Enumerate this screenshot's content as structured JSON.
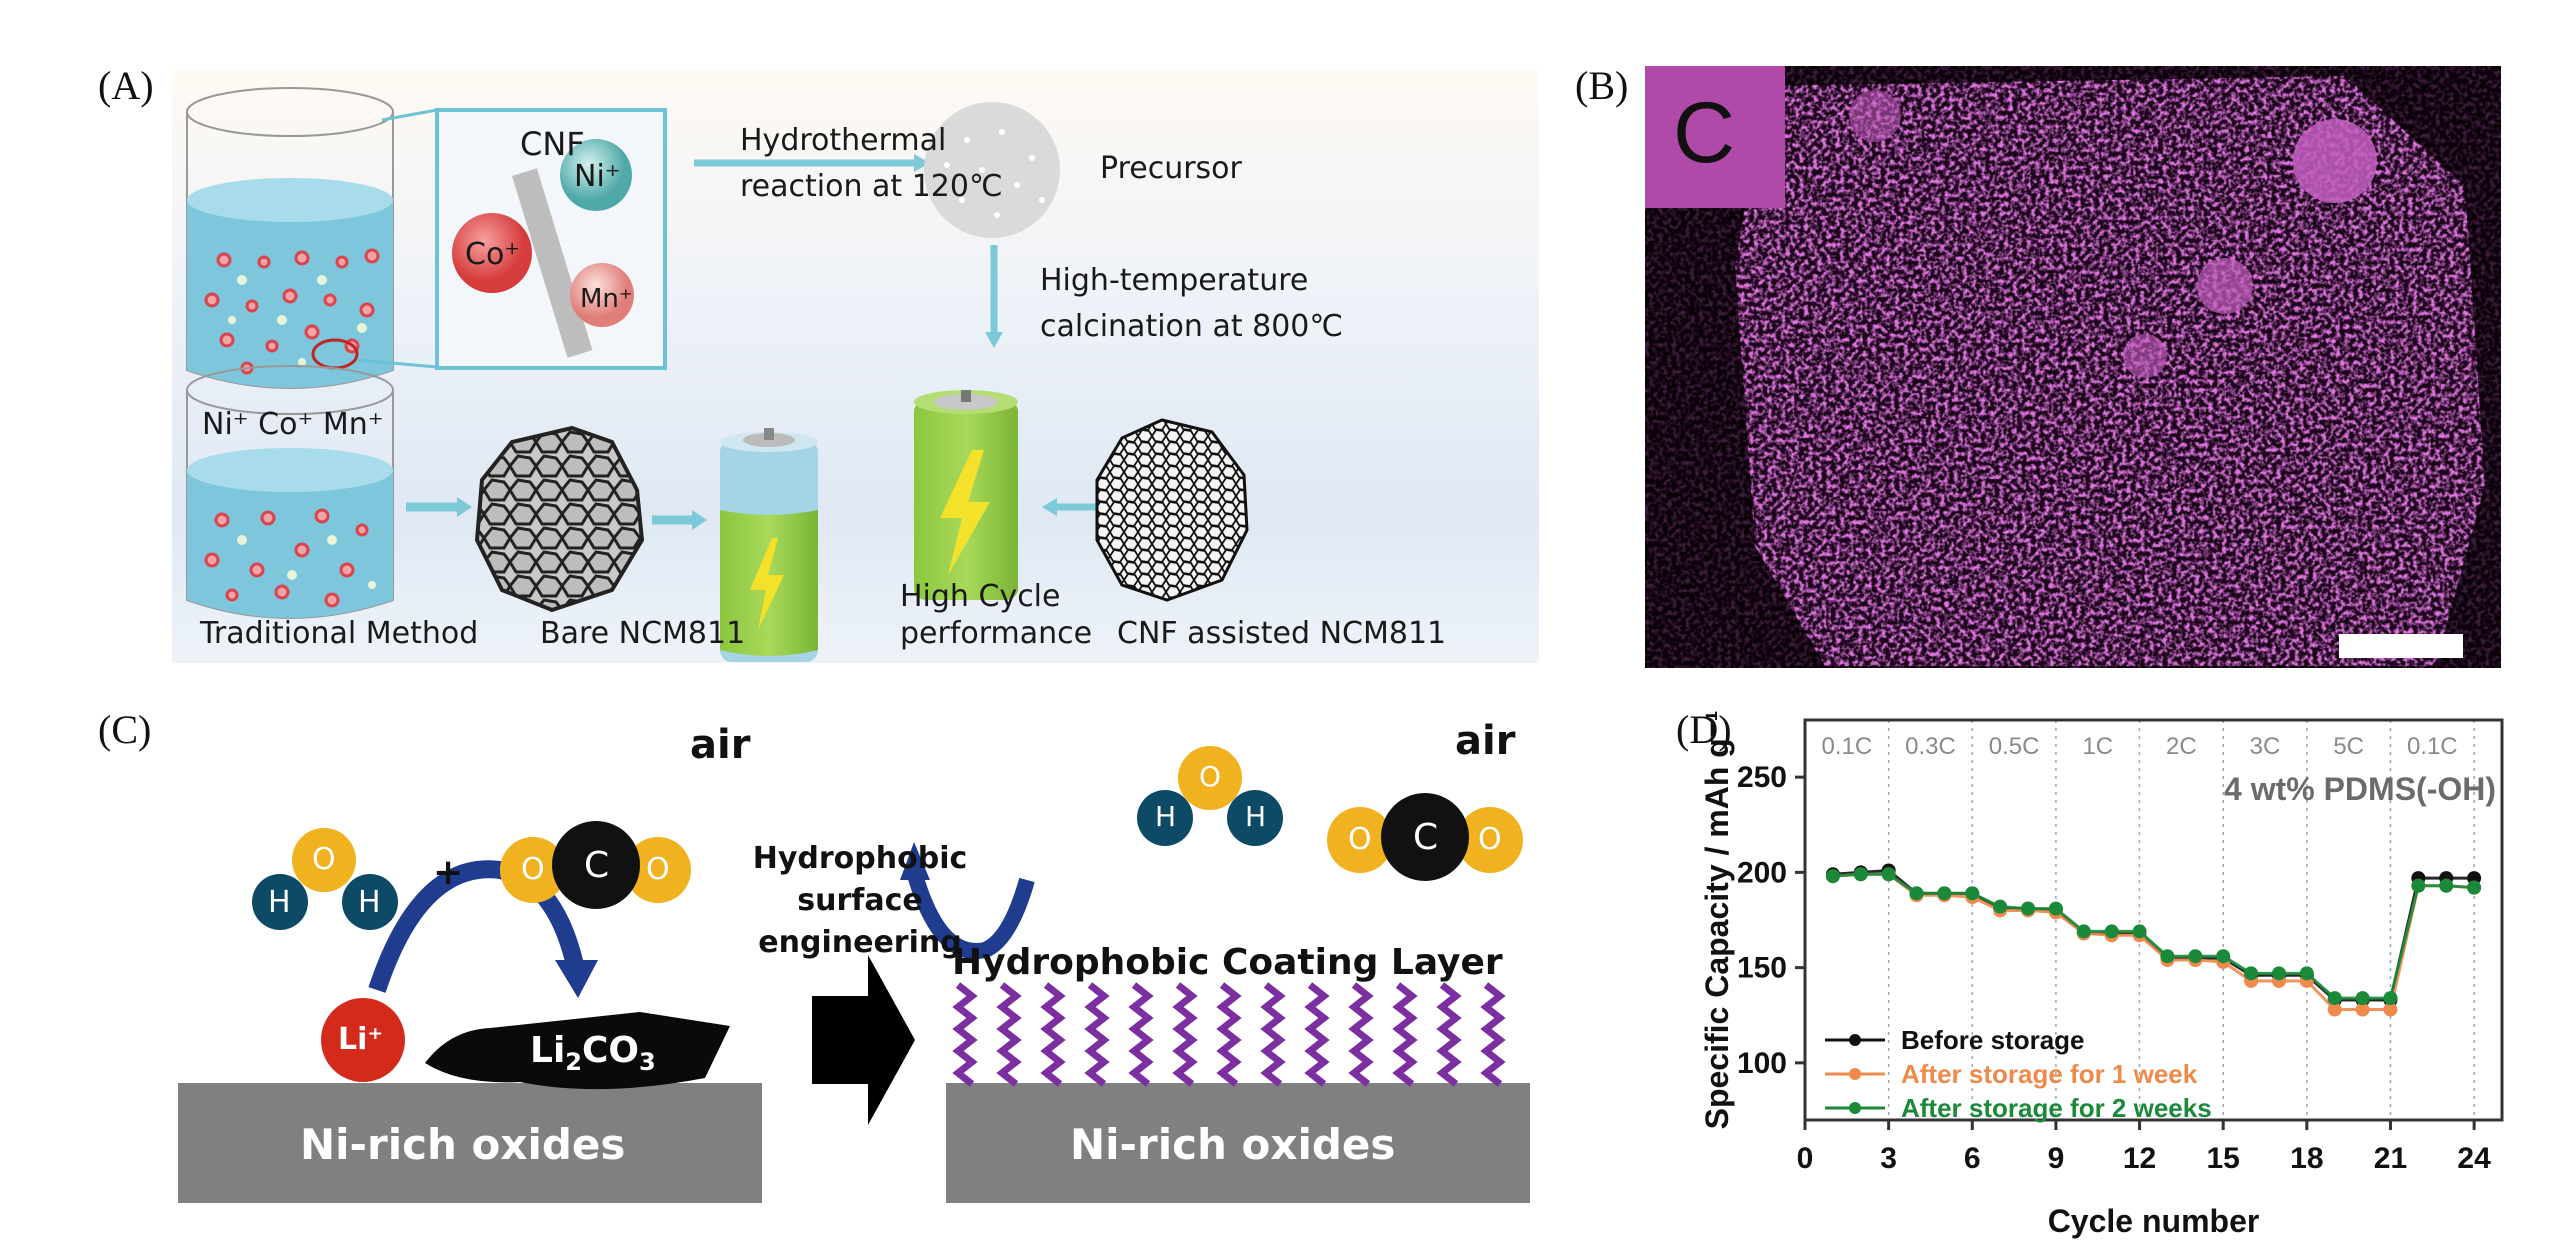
{
  "panel_labels": {
    "a": "(A)",
    "b": "(B)",
    "c": "(C)",
    "d": "(D)"
  },
  "panel_a": {
    "cnf": "CNF",
    "ni": "Ni⁺",
    "co": "Co⁺",
    "mn": "Mn⁺",
    "hydrothermal_line1": "Hydrothermal",
    "hydrothermal_line2": "reaction at 120℃",
    "precursor": "Precursor",
    "calcination_line1": "High-temperature",
    "calcination_line2": "calcination at 800℃",
    "ions_label": "Ni⁺ Co⁺ Mn⁺",
    "traditional_method": "Traditional Method",
    "bare_ncm": "Bare NCM811",
    "high_cycle_line1": "High Cycle",
    "high_cycle_line2": "performance",
    "cnf_assisted": "CNF assisted NCM811"
  },
  "panel_b": {
    "element": "C",
    "map_color": "#b04aa8"
  },
  "panel_c": {
    "air_left": "air",
    "air_right": "air",
    "plus": "+",
    "h": "H",
    "o": "O",
    "c": "C",
    "li": "Li⁺",
    "li2co3_main": "Li",
    "li2co3_sub1": "2",
    "li2co3_mid": "CO",
    "li2co3_sub2": "3",
    "process_line1": "Hydrophobic",
    "process_line2": "surface",
    "process_line3": "engineering",
    "coating_layer": "Hydrophobic Coating Layer",
    "substrate_left": "Ni-rich oxides",
    "substrate_right": "Ni-rich oxides",
    "colors": {
      "oxygen": "#f0b21e",
      "hydrogen": "#0d4a66",
      "carbon": "#111111",
      "lithium": "#d42a1c",
      "coating": "#7b2fa0",
      "substrate": "#808080",
      "arrow": "#1f3c8f"
    }
  },
  "chart_data": {
    "type": "line",
    "title": "",
    "annotation": "4 wt% PDMS(-OH)",
    "xlabel": "Cycle number",
    "ylabel": "Specific Capacity / mAh g⁻¹",
    "xlim": [
      0,
      25
    ],
    "ylim": [
      70,
      280
    ],
    "xticks": [
      0,
      3,
      6,
      9,
      12,
      15,
      18,
      21,
      24
    ],
    "yticks": [
      100,
      150,
      200,
      250
    ],
    "grid": "vertical dotted at rate boundaries",
    "rate_boundaries": [
      3,
      6,
      9,
      12,
      15,
      18,
      21,
      24
    ],
    "rate_labels": [
      "0.1C",
      "0.3C",
      "0.5C",
      "1C",
      "2C",
      "3C",
      "5C",
      "0.1C"
    ],
    "legend_position": "lower-left",
    "x": [
      1,
      2,
      3,
      4,
      5,
      6,
      7,
      8,
      9,
      10,
      11,
      12,
      13,
      14,
      15,
      16,
      17,
      18,
      19,
      20,
      21,
      22,
      23,
      24
    ],
    "series": [
      {
        "name": "Before storage",
        "color": "#111111",
        "values": [
          199,
          200,
          201,
          189,
          189,
          189,
          181,
          181,
          180,
          168,
          168,
          168,
          155,
          155,
          155,
          146,
          146,
          146,
          133,
          133,
          133,
          197,
          197,
          197
        ]
      },
      {
        "name": "After storage for 1 week",
        "color": "#f08a4b",
        "values": [
          198,
          199,
          199,
          188,
          188,
          187,
          180,
          180,
          179,
          168,
          167,
          167,
          154,
          154,
          153,
          143,
          143,
          143,
          128,
          128,
          128,
          193,
          193,
          192
        ]
      },
      {
        "name": "After storage for 2 weeks",
        "color": "#1a8a3a",
        "values": [
          198,
          199,
          199,
          189,
          189,
          189,
          182,
          181,
          181,
          169,
          169,
          169,
          156,
          156,
          156,
          147,
          147,
          147,
          134,
          134,
          134,
          193,
          193,
          192
        ]
      }
    ]
  }
}
